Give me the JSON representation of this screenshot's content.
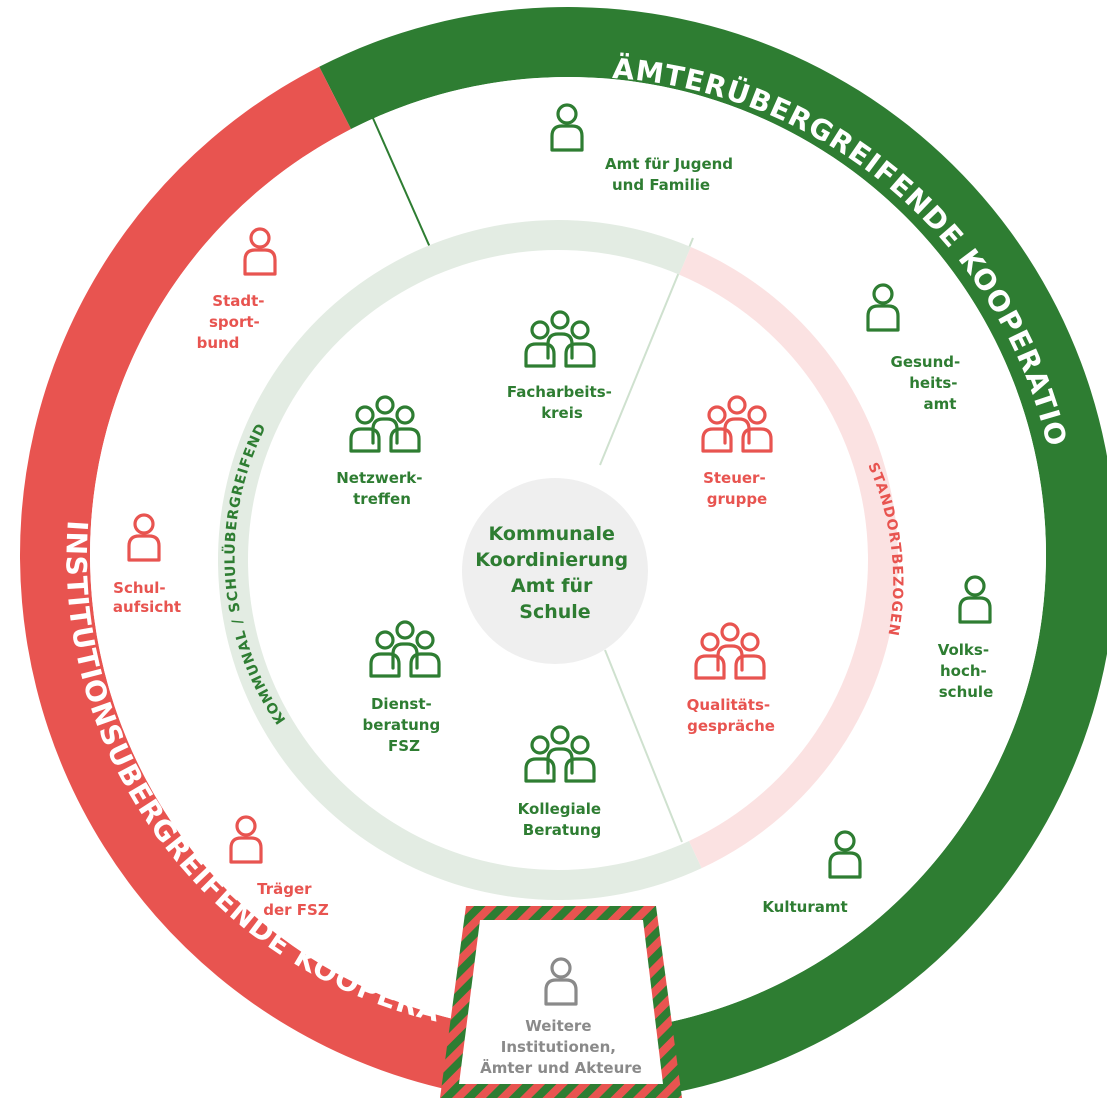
{
  "colors": {
    "green": "#2e7d32",
    "red": "#e85450",
    "light_green": "#e3ece3",
    "light_red": "#fbe2e2",
    "center_bg": "#efefef",
    "gray": "#8a8a8a",
    "white": "#ffffff"
  },
  "outer_band": {
    "green_label": "ÄMTERÜBERGREIFENDE KOOPERATION",
    "red_label": "INSTITUTIONSÜBERGREIFENDE KOOPERATION"
  },
  "inner_band": {
    "green_label": "KOMMUNAL / SCHULÜBERGREIFEND",
    "red_label": "STANDORTBEZOGEN"
  },
  "center": {
    "lines": [
      "Kommunale",
      "Koordinierung",
      "Amt für",
      "Schule"
    ]
  },
  "bottom_slot": {
    "icon": "person-icon",
    "lines": [
      "Weitere",
      "Institutionen,",
      "Ämter und Akteure"
    ]
  },
  "outer_nodes": [
    {
      "id": "jugend",
      "icon": "person-icon",
      "color": "green",
      "lines": [
        "Amt für Jugend",
        "und Familie"
      ]
    },
    {
      "id": "gesundheit",
      "icon": "person-icon",
      "color": "green",
      "lines": [
        "Gesund-",
        "heits-",
        "amt"
      ]
    },
    {
      "id": "vhs",
      "icon": "person-icon",
      "color": "green",
      "lines": [
        "Volks-",
        "hoch-",
        "schule"
      ]
    },
    {
      "id": "kultur",
      "icon": "person-icon",
      "color": "green",
      "lines": [
        "Kulturamt"
      ]
    },
    {
      "id": "sport",
      "icon": "person-icon",
      "color": "red",
      "lines": [
        "Stadt-",
        "sport-",
        "bund"
      ]
    },
    {
      "id": "schulaufsicht",
      "icon": "person-icon",
      "color": "red",
      "lines": [
        "Schul-",
        "aufsicht"
      ]
    },
    {
      "id": "traeger",
      "icon": "person-icon",
      "color": "red",
      "lines": [
        "Träger",
        "der FSZ"
      ]
    }
  ],
  "inner_nodes": [
    {
      "id": "facharbeit",
      "icon": "group-icon",
      "color": "green",
      "lines": [
        "Facharbeits-",
        "kreis"
      ]
    },
    {
      "id": "netzwerk",
      "icon": "group-icon",
      "color": "green",
      "lines": [
        "Netzwerk-",
        "treffen"
      ]
    },
    {
      "id": "dienst",
      "icon": "group-icon",
      "color": "green",
      "lines": [
        "Dienst-",
        "beratung",
        "FSZ"
      ]
    },
    {
      "id": "kollegial",
      "icon": "group-icon",
      "color": "green",
      "lines": [
        "Kollegiale",
        "Beratung"
      ]
    },
    {
      "id": "steuer",
      "icon": "group-icon",
      "color": "red",
      "lines": [
        "Steuer-",
        "gruppe"
      ]
    },
    {
      "id": "qualitaet",
      "icon": "group-icon",
      "color": "red",
      "lines": [
        "Qualitäts-",
        "gespräche"
      ]
    }
  ]
}
